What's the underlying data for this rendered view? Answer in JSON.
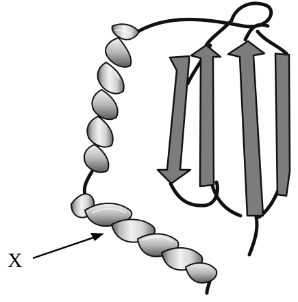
{
  "diagram": {
    "label": "X",
    "colors": {
      "background": "#ffffff",
      "coil": "#111111",
      "strand_fill": "#7c7c7c",
      "strand_outline": "#111111",
      "helix_light": "#f2f2f2",
      "helix_mid": "#b8b8b8",
      "helix_dark": "#5b5b5b",
      "arrow": "#000000"
    },
    "icons": {
      "arrow": "pointer-arrow",
      "helix": "alpha-helix-ribbon",
      "strand": "beta-strand-arrow"
    }
  }
}
